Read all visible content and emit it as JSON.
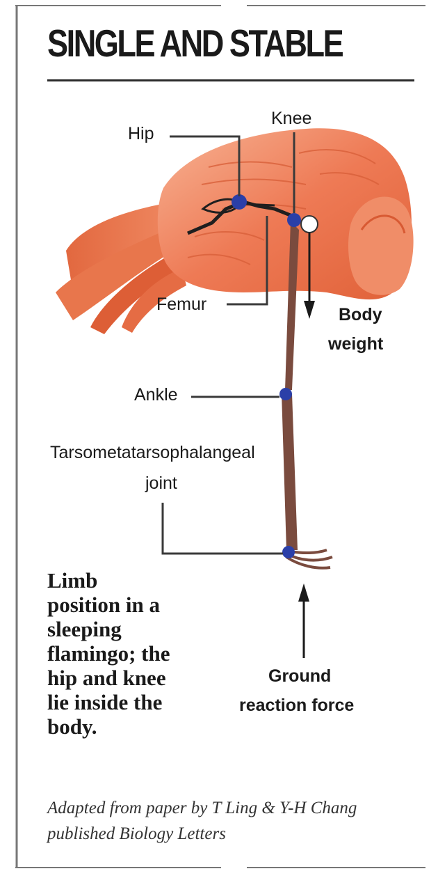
{
  "title": "SINGLE AND STABLE",
  "labels": {
    "hip": "Hip",
    "knee": "Knee",
    "femur": "Femur",
    "body_weight_line1": "Body",
    "body_weight_line2": "weight",
    "ankle": "Ankle",
    "tmtp_line1": "Tarsometatarsophalangeal",
    "tmtp_line2": "joint",
    "ground_line1": "Ground",
    "ground_line2": "reaction force"
  },
  "caption_lines": [
    "Limb",
    "position in a",
    "sleeping",
    "flamingo; the",
    "hip and knee",
    "lie inside the",
    "body."
  ],
  "credit_lines": [
    "Adapted from paper by T Ling & Y-H Chang",
    "published Biology Letters"
  ],
  "colors": {
    "flamingo_body": "#ee7a55",
    "flamingo_light": "#f6a98a",
    "flamingo_dark": "#d2532f",
    "joint": "#2b3fa8",
    "leg": "#7a4b3e",
    "line": "#3a3a3a"
  }
}
